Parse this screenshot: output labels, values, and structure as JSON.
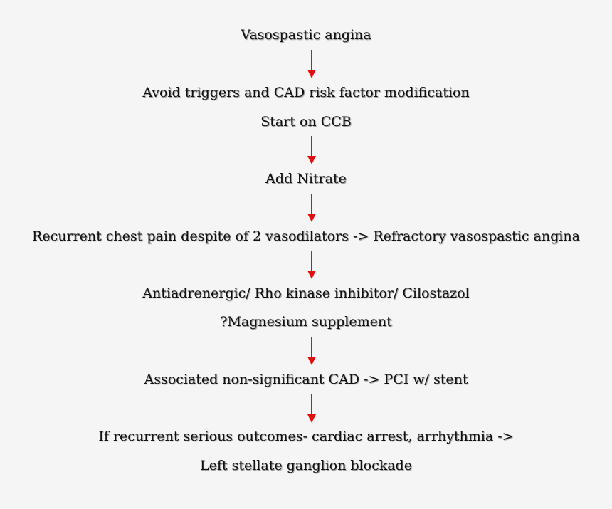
{
  "flowchart": {
    "arrow_color": "#e01010",
    "steps": [
      {
        "lines": [
          "Vasospastic angina"
        ]
      },
      {
        "lines": [
          "Avoid triggers and CAD risk factor modification",
          "Start on CCB"
        ]
      },
      {
        "lines": [
          "Add Nitrate"
        ]
      },
      {
        "lines": [
          "Recurrent chest pain despite of 2 vasodilators -> Refractory vasospastic angina"
        ]
      },
      {
        "lines": [
          "Antiadrenergic/ Rho kinase inhibitor/ Cilostazol",
          "?Magnesium supplement"
        ]
      },
      {
        "lines": [
          "Associated non-significant CAD -> PCI w/ stent"
        ]
      },
      {
        "lines": [
          "If recurrent serious outcomes- cardiac arrest, arrhythmia ->",
          "Left stellate ganglion blockade"
        ]
      }
    ]
  }
}
